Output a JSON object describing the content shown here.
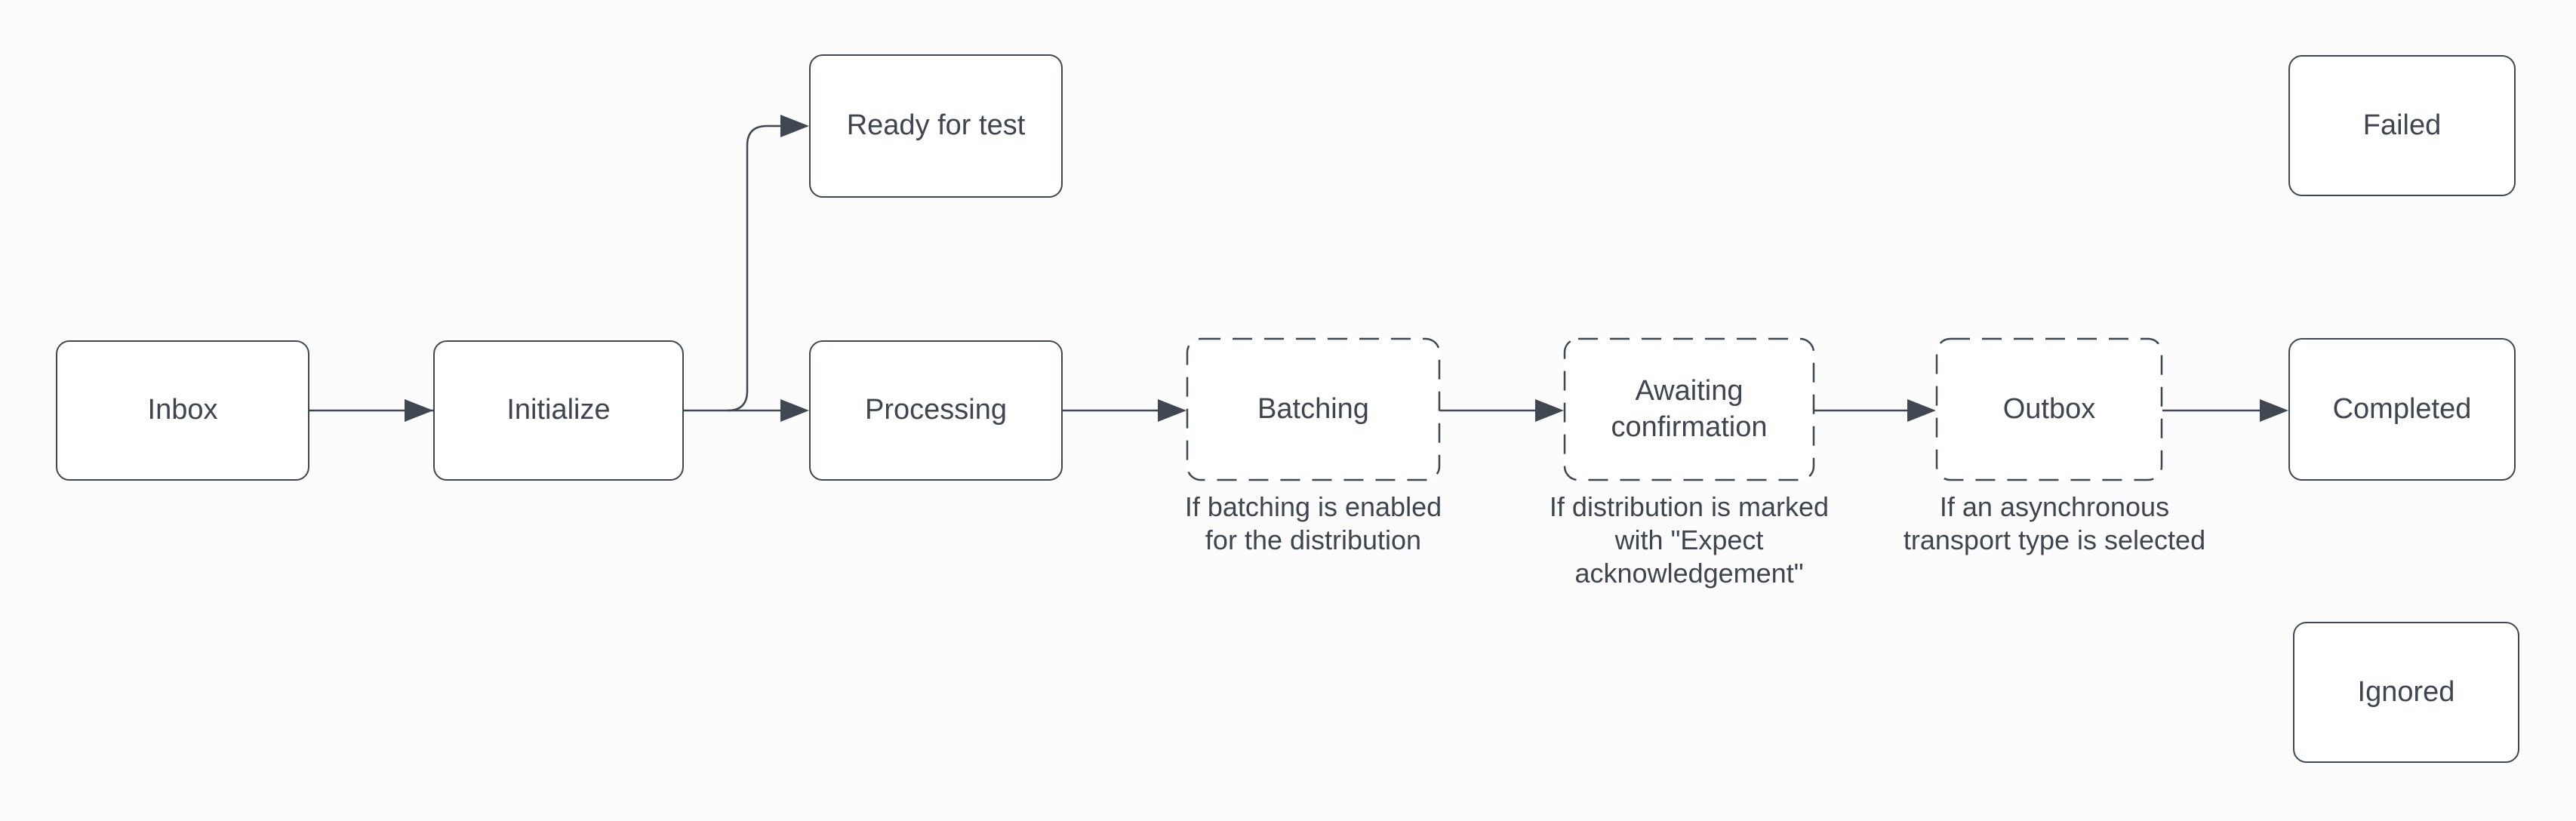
{
  "canvas": {
    "background": "#fcfcfc"
  },
  "colors": {
    "line": "#3f4850",
    "text": "#3e454f",
    "node_fill": "#ffffff"
  },
  "diagram": {
    "nodes": [
      {
        "id": "inbox",
        "label": "Inbox",
        "border": "solid"
      },
      {
        "id": "initialize",
        "label": "Initialize",
        "border": "solid"
      },
      {
        "id": "ready-for-test",
        "label": "Ready for test",
        "border": "solid"
      },
      {
        "id": "processing",
        "label": "Processing",
        "border": "solid"
      },
      {
        "id": "batching",
        "label": "Batching",
        "border": "dashed",
        "caption": "If batching is enabled for the distribution",
        "caption_lines": [
          "If batching is enabled",
          "for the distribution"
        ]
      },
      {
        "id": "awaiting-confirmation",
        "label": "Awaiting confirmation",
        "border": "dashed",
        "caption": "If distribution is marked with \"Expect acknowledgement\"",
        "caption_lines": [
          "If distribution is marked",
          "with \"Expect",
          "acknowledgement\""
        ]
      },
      {
        "id": "outbox",
        "label": "Outbox",
        "border": "dashed",
        "caption": "If an asynchronous transport type is selected",
        "caption_lines": [
          "If an asynchronous",
          "transport type is selected"
        ]
      },
      {
        "id": "completed",
        "label": "Completed",
        "border": "solid"
      },
      {
        "id": "failed",
        "label": "Failed",
        "border": "solid"
      },
      {
        "id": "ignored",
        "label": "Ignored",
        "border": "solid"
      }
    ],
    "edges": [
      {
        "from": "inbox",
        "to": "initialize"
      },
      {
        "from": "initialize",
        "to": "processing"
      },
      {
        "from": "initialize",
        "to": "ready-for-test"
      },
      {
        "from": "processing",
        "to": "batching"
      },
      {
        "from": "batching",
        "to": "awaiting-confirmation"
      },
      {
        "from": "awaiting-confirmation",
        "to": "outbox"
      },
      {
        "from": "outbox",
        "to": "completed"
      }
    ]
  }
}
